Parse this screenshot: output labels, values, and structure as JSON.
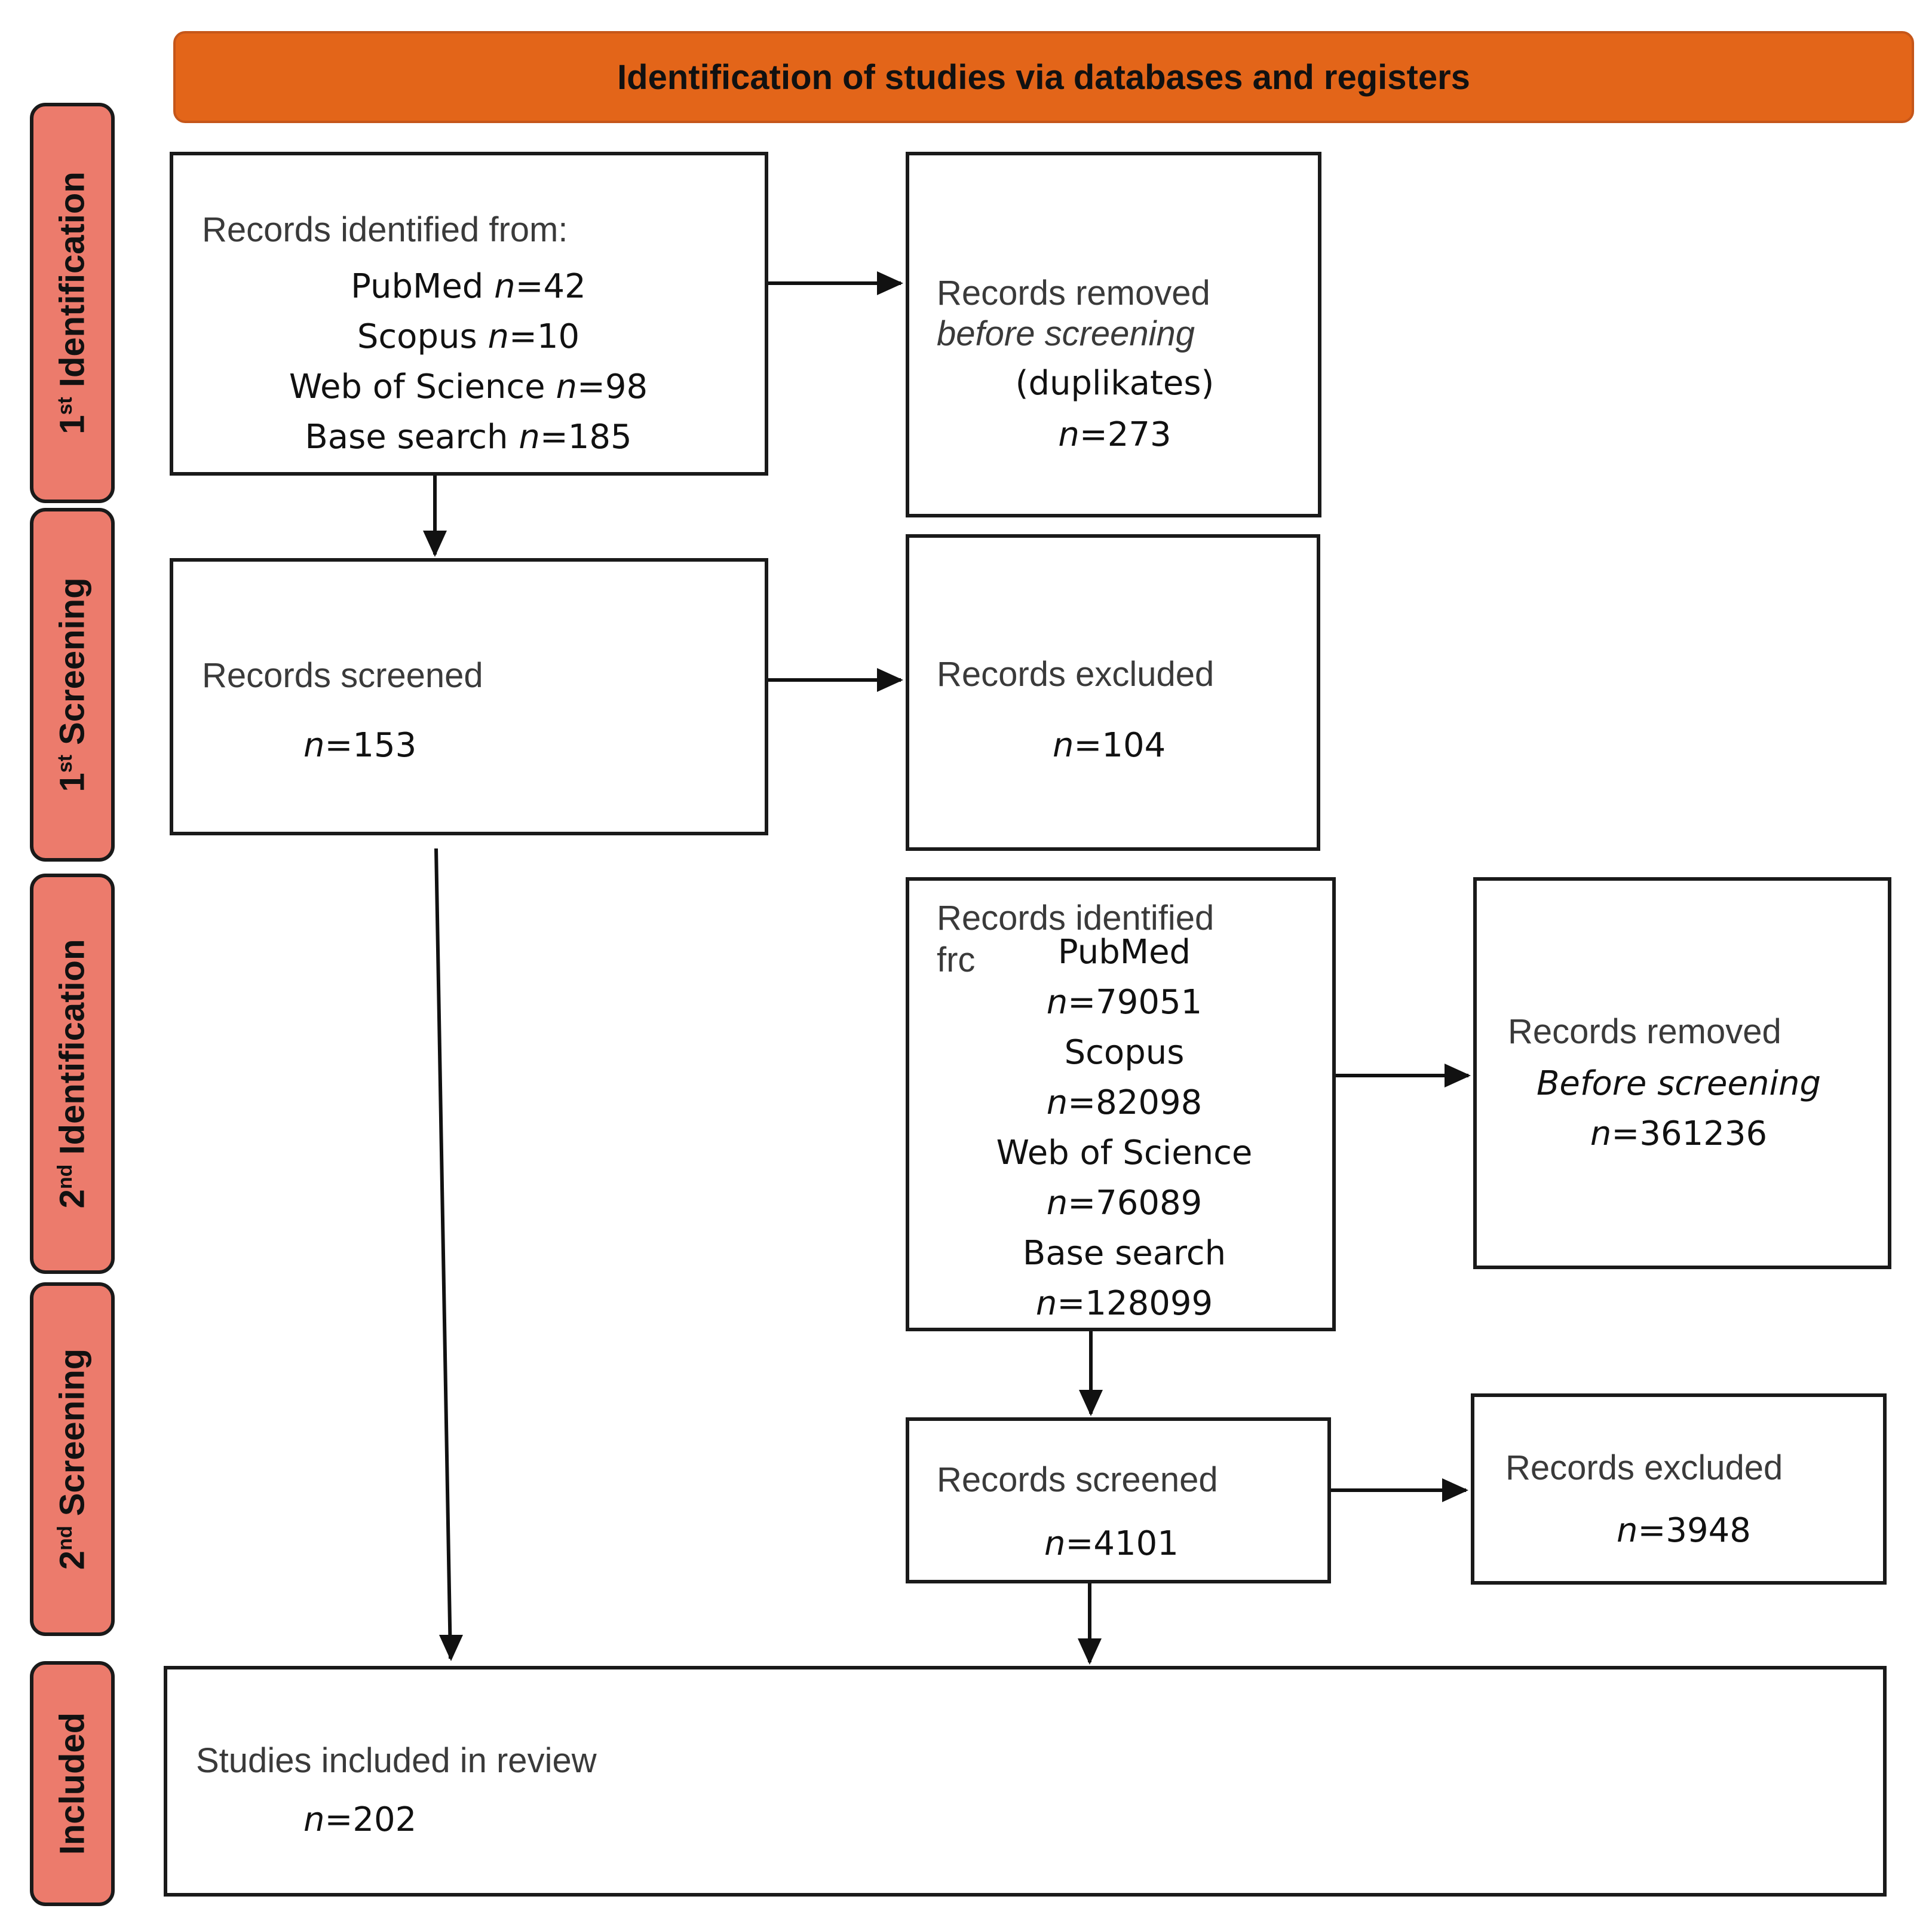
{
  "header": {
    "title": "Identification of studies via databases and registers"
  },
  "stages": {
    "first_identification": {
      "ordinal": "1",
      "suffix": "st",
      "label": "Identification"
    },
    "first_screening": {
      "ordinal": "1",
      "suffix": "st",
      "label": "Screening"
    },
    "second_identification": {
      "ordinal": "2",
      "suffix": "nd",
      "label": "Identification"
    },
    "second_screening": {
      "ordinal": "2",
      "suffix": "nd",
      "label": "Screening"
    },
    "included": {
      "label": "Included"
    }
  },
  "n_prefix": "n",
  "first_round": {
    "identified": {
      "title": "Records identified from:",
      "sources": [
        {
          "name": "PubMed",
          "value": "=42"
        },
        {
          "name": "Scopus",
          "value": "=10"
        },
        {
          "name": "Web of Science",
          "value": "=98"
        },
        {
          "name": "Base search",
          "value": "=185"
        }
      ]
    },
    "removed": {
      "title": "Records removed",
      "subtitle": "before screening",
      "reason": "(duplikates)",
      "value": "=273"
    },
    "screened": {
      "title": "Records screened",
      "value": "=153"
    },
    "excluded": {
      "title": "Records excluded",
      "value": "=104"
    }
  },
  "second_round": {
    "identified": {
      "title": "Records identified",
      "title_fragment": "frc",
      "sources": [
        {
          "name": "PubMed",
          "value": "=79051"
        },
        {
          "name": "Scopus",
          "value": "=82098"
        },
        {
          "name": "Web of Science",
          "value": "=76089"
        },
        {
          "name": "Base search",
          "value": "=128099"
        }
      ]
    },
    "removed": {
      "title": "Records removed",
      "subtitle": "Before screening",
      "value": "=361236"
    },
    "screened": {
      "title": "Records screened",
      "value": "=4101"
    },
    "excluded": {
      "title": "Records excluded",
      "value": "=3948"
    }
  },
  "included": {
    "title": "Studies included in review",
    "value": "=202"
  }
}
